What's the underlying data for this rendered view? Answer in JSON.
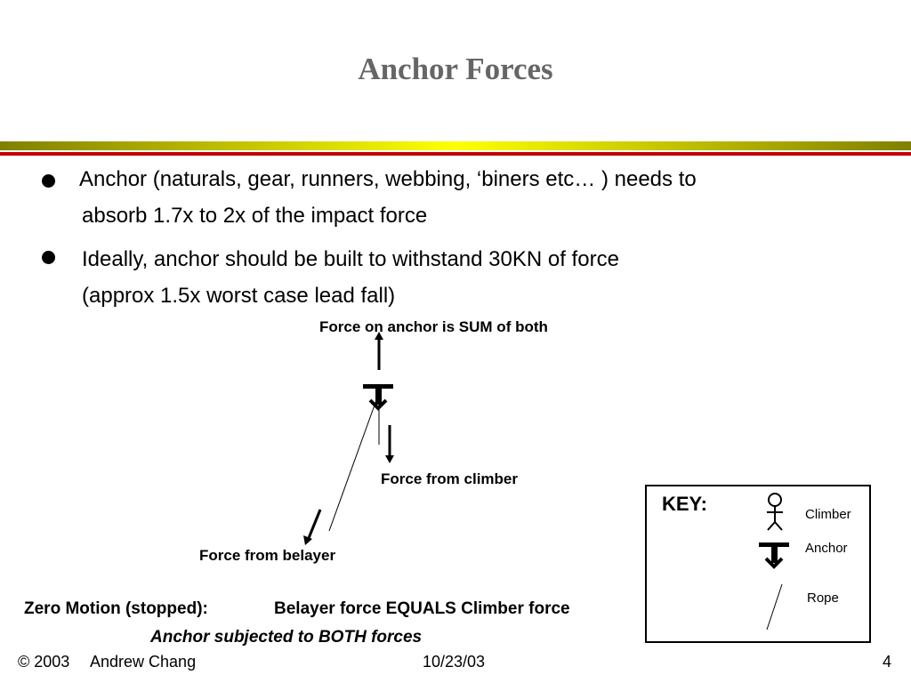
{
  "title": "Anchor Forces",
  "bullets": [
    {
      "line1": "Anchor (naturals, gear, runners, webbing, ‘biners etc… ) needs to",
      "line2": "absorb 1.7x to 2x of the impact force"
    },
    {
      "line1": "Ideally, anchor should be built to withstand 30KN of force",
      "line2": "(approx 1.5x worst case lead fall)"
    }
  ],
  "diagram": {
    "sum_label": "Force on anchor is SUM of both",
    "climber_force_label": "Force from climber",
    "belayer_force_label": "Force from belayer"
  },
  "key": {
    "title": "KEY:",
    "items": [
      {
        "label": "Climber",
        "icon": "climber-figure-icon"
      },
      {
        "label": "Anchor",
        "icon": "anchor-symbol-icon"
      },
      {
        "label": "Rope",
        "icon": "rope-line-icon"
      }
    ]
  },
  "summary": {
    "zero_motion": "Zero Motion (stopped):",
    "equals": "Belayer force EQUALS Climber force",
    "subjected": "Anchor subjected to BOTH forces"
  },
  "footer": {
    "copyright": "© 2003",
    "author": "Andrew Chang",
    "date": "10/23/03",
    "page": "4"
  },
  "colors": {
    "title": "#666666",
    "rule_olive": "#808000",
    "rule_yellow": "#ffff00",
    "rule_red": "#c00000"
  }
}
